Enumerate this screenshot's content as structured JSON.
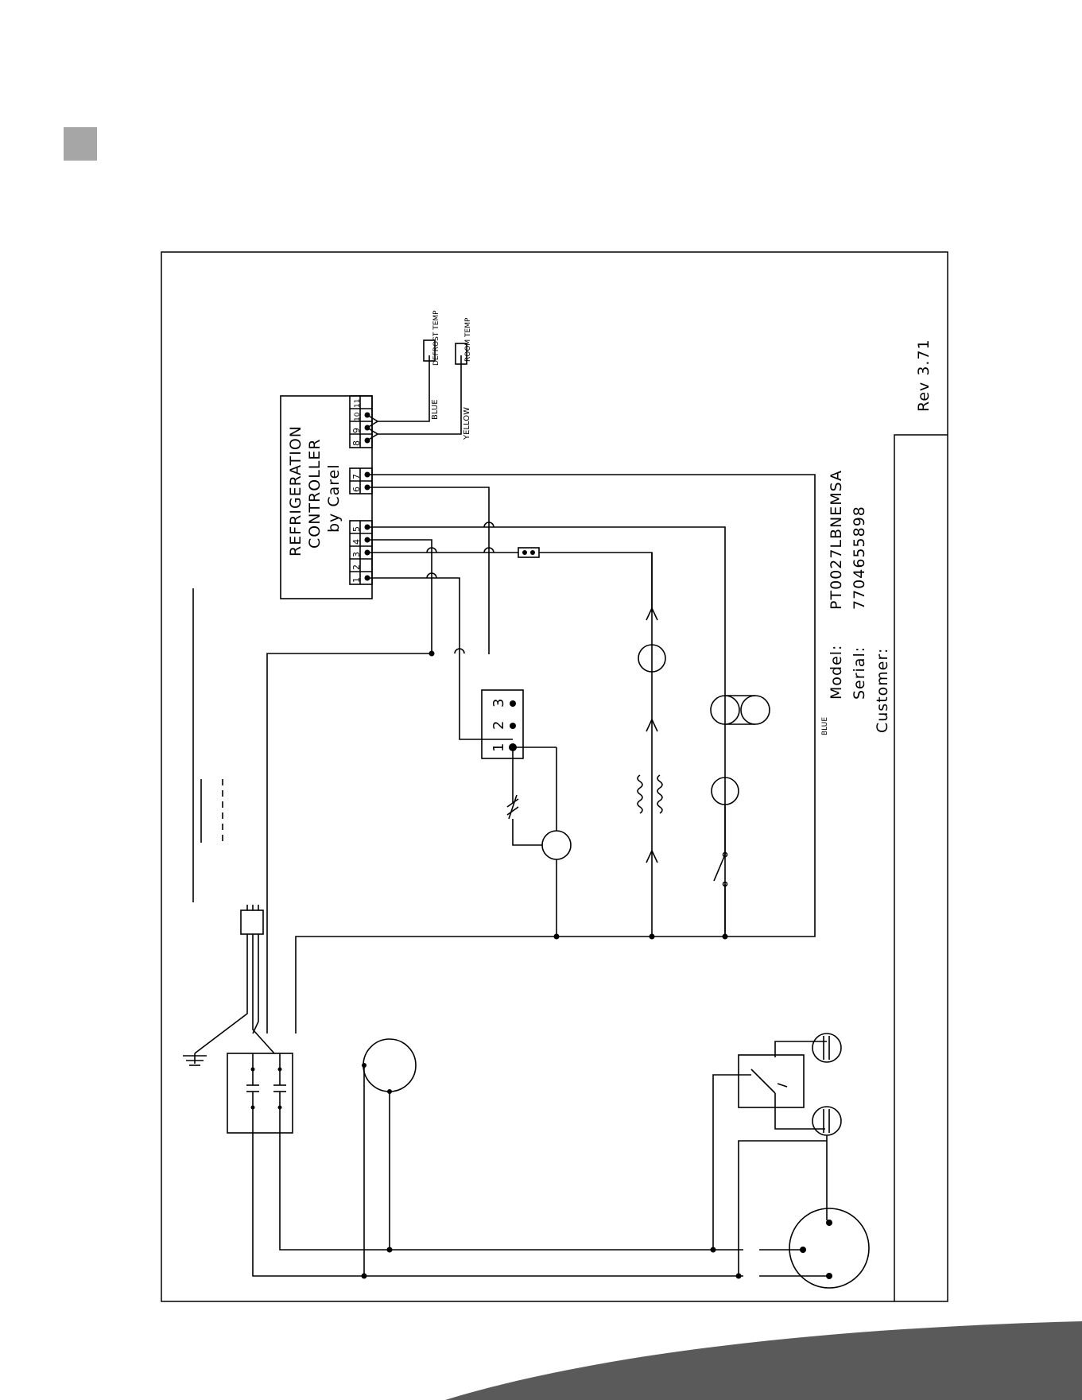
{
  "controller": {
    "line1": "REFRIGERATION",
    "line2": "CONTROLLER",
    "line3": "by Carel",
    "terminals_a": [
      "1",
      "2",
      "3",
      "4",
      "5"
    ],
    "terminals_b": [
      "6",
      "7"
    ],
    "terminals_c": [
      "8",
      "9",
      "10",
      "11"
    ]
  },
  "probes": {
    "defrost": "DEFROST TEMP",
    "room": "ROOM TEMP",
    "wire_blue": "BLUE",
    "wire_yellow": "YELLOW"
  },
  "relay_block": {
    "terminals": [
      "1",
      "2",
      "3"
    ]
  },
  "stray_label": "BLUE",
  "info": {
    "model_label": "Model:",
    "model_value": "PT0027LBNEMSA",
    "serial_label": "Serial:",
    "serial_value": "7704655898",
    "customer_label": "Customer:"
  },
  "revision": "Rev 3.71",
  "colors": {
    "line": "#000000",
    "tab": "#a6a6a6",
    "swoosh": "#5a5a5a"
  }
}
